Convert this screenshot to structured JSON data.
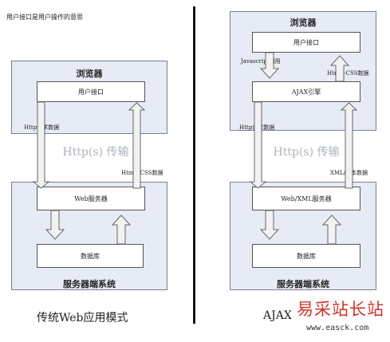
{
  "top_note": "用户接口是用户操作的意思",
  "left": {
    "browser_title": "浏览器",
    "ui_box": "用户接口",
    "http_request": "Http请求数据",
    "html_css": "Html+CSS数据",
    "transport": "Http(s) 传输",
    "web_server": "Web服务器",
    "database": "数据库",
    "server_title": "服务器端系统",
    "caption": "传统Web应用模式"
  },
  "right": {
    "browser_title": "浏览器",
    "ui_box": "用户接口",
    "js_call": "Javascript调用",
    "html_css": "Html+CSS数据",
    "ajax_engine": "AJAX引擎",
    "http_request": "Http请求数据",
    "transport": "Http(s) 传输",
    "xml_data": "XML/文本数据",
    "web_server": "Web/XML服务器",
    "database": "数据库",
    "server_title": "服务器端系统",
    "caption": "AJAX"
  },
  "watermark": {
    "text": "易采站长站",
    "url": "www.easck.com"
  },
  "colors": {
    "panel_fill": "#e6ebf5",
    "arrow_fill": "#f2f2f2",
    "watermark": "#d0342c"
  }
}
